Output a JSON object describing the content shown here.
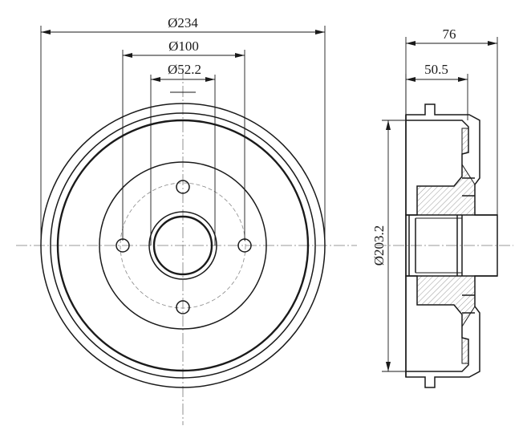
{
  "front_view": {
    "dim_outer_diameter": "Ø234",
    "dim_bolt_circle": "Ø100",
    "dim_center_bore": "Ø52.2"
  },
  "side_view": {
    "dim_total_height": "76",
    "dim_hub_height": "50.5",
    "dim_braking_diameter": "Ø203.2"
  },
  "colors": {
    "line": "#1a1a1a",
    "center_line": "#777777",
    "background": "#ffffff"
  }
}
